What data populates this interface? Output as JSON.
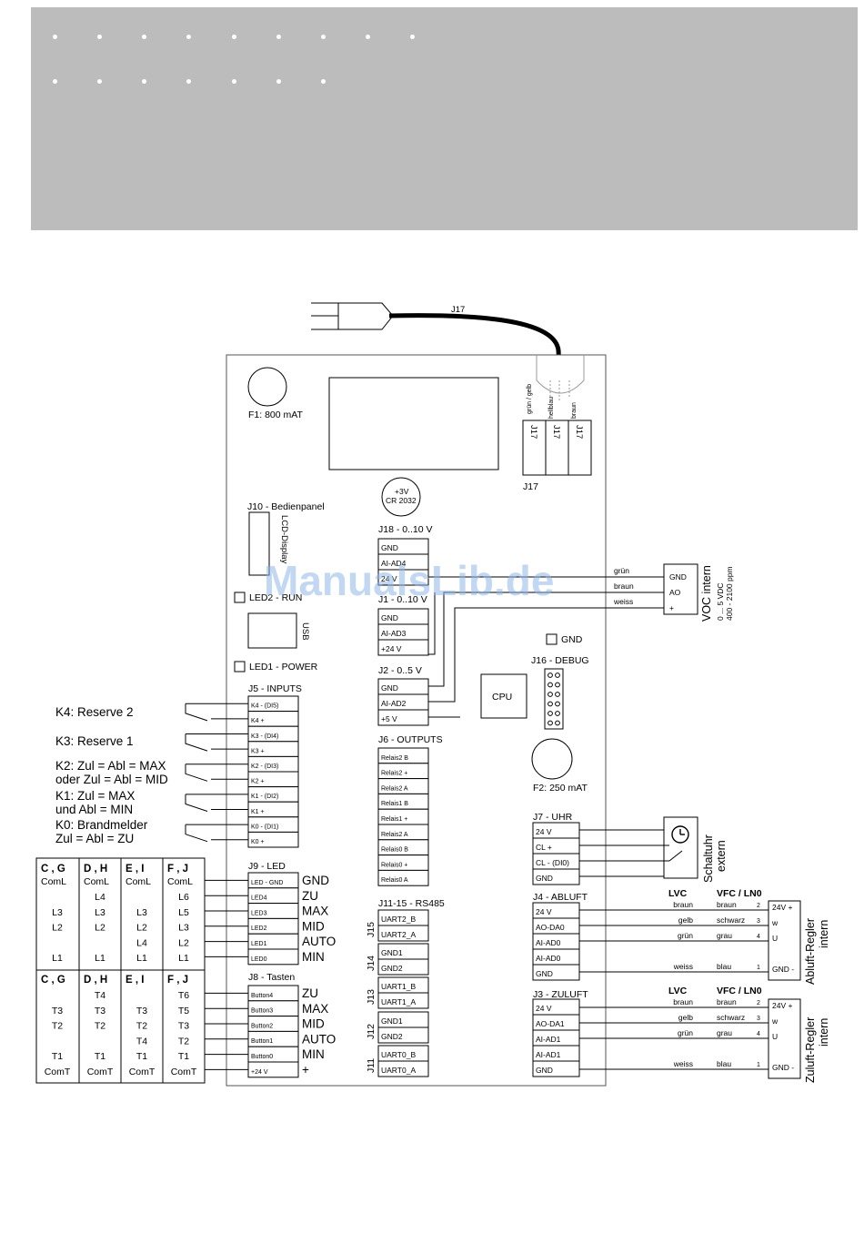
{
  "watermark": "ManualsLib.de",
  "cable": {
    "label": "J17"
  },
  "board": {
    "fuse1": "F1: 800 mAT",
    "fuse2": "F2: 250 mAT",
    "j17_colors": [
      "grün / gelb",
      "hellblau",
      "braun"
    ],
    "j17_pins": [
      "J17",
      "J17",
      "J17"
    ],
    "j17_label": "J17",
    "battery": [
      "+3V",
      "CR 2032"
    ],
    "j10_title": "J10 - Bedienpanel",
    "lcd": "LCD-Display",
    "led2": "LED2 - RUN",
    "usb": "USB",
    "led1": "LED1 - POWER",
    "cpu": "CPU",
    "gnd_mark": "GND",
    "debug": "J16 - DEBUG",
    "j18": {
      "title": "J18 - 0..10 V",
      "pins": [
        "GND",
        "AI-AD4",
        "24 V"
      ]
    },
    "j1": {
      "title": "J1 - 0..10 V",
      "pins": [
        "GND",
        "AI-AD3",
        "+24 V"
      ]
    },
    "j2": {
      "title": "J2 - 0..5 V",
      "pins": [
        "GND",
        "AI-AD2",
        "+5 V"
      ]
    },
    "j6": {
      "title": "J6 - OUTPUTS",
      "pins": [
        "Relais2 B",
        "Relais2 +",
        "Relais2 A",
        "Relais1 B",
        "Relais1 +",
        "Relais2 A",
        "Relais0 B",
        "Relais0 +",
        "Relais0 A"
      ]
    },
    "rs485": {
      "title": "J11-15 - RS485",
      "groups": [
        {
          "name": "J15",
          "pins": [
            "UART2_B",
            "UART2_A"
          ]
        },
        {
          "name": "J14",
          "pins": [
            "GND1",
            "GND2"
          ]
        },
        {
          "name": "J13",
          "pins": [
            "UART1_B",
            "UART1_A"
          ]
        },
        {
          "name": "J12",
          "pins": [
            "GND1",
            "GND2"
          ]
        },
        {
          "name": "J11",
          "pins": [
            "UART0_B",
            "UART0_A"
          ]
        }
      ]
    },
    "j5": {
      "title": "J5 - INPUTS",
      "pins": [
        "K4 - (DI5)",
        "K4 +",
        "K3 - (DI4)",
        "K3 +",
        "K2 - (DI3)",
        "K2 +",
        "K1 - (DI2)",
        "K1 +",
        "K0 - (DI1)",
        "K0 +"
      ]
    },
    "j9": {
      "title": "J9 - LED",
      "pins": [
        "LED - GND",
        "LED4",
        "LED3",
        "LED2",
        "LED1",
        "LED0"
      ],
      "labels": [
        "GND",
        "ZU",
        "MAX",
        "MID",
        "AUTO",
        "MIN"
      ]
    },
    "j8": {
      "title": "J8 - Tasten",
      "pins": [
        "Button4",
        "Button3",
        "Button2",
        "Button1",
        "Button0",
        "+24 V"
      ],
      "labels": [
        "ZU",
        "MAX",
        "MID",
        "AUTO",
        "MIN",
        "+"
      ]
    },
    "j7": {
      "title": "J7 - UHR",
      "pins": [
        "24 V",
        "CL +",
        "CL - (DI0)",
        "GND"
      ]
    },
    "j4": {
      "title": "J4 - ABLUFT",
      "pins": [
        "24 V",
        "AO-DA0",
        "AI-AD0",
        "AI-AD0",
        "GND"
      ]
    },
    "j3": {
      "title": "J3 - ZULUFT",
      "pins": [
        "24 V",
        "AO-DA1",
        "AI-AD1",
        "AI-AD1",
        "GND"
      ]
    }
  },
  "inputs": [
    [
      "K4: Reserve 2"
    ],
    [
      "K3: Reserve 1"
    ],
    [
      "K2: Zul = Abl = MAX",
      "oder Zul = Abl = MID"
    ],
    [
      "K1: Zul = MAX",
      "und Abl = MIN"
    ],
    [
      "K0: Brandmelder",
      "Zul = Abl = ZU"
    ]
  ],
  "led_table": {
    "headers": [
      "C , G",
      "D , H",
      "E , I",
      "F , J"
    ],
    "sub": [
      "ComL",
      "ComL",
      "ComL",
      "ComL"
    ],
    "rows": [
      [
        "",
        "L4",
        "",
        "L6"
      ],
      [
        "L3",
        "L3",
        "L3",
        "L5"
      ],
      [
        "L2",
        "L2",
        "L2",
        "L3"
      ],
      [
        "",
        "",
        "L4",
        "L2"
      ],
      [
        "L1",
        "L1",
        "L1",
        "L1"
      ]
    ]
  },
  "button_table": {
    "headers": [
      "C , G",
      "D , H",
      "E , I",
      "F , J"
    ],
    "rows": [
      [
        "",
        "T4",
        "",
        "T6"
      ],
      [
        "T3",
        "T3",
        "T3",
        "T5"
      ],
      [
        "T2",
        "T2",
        "T2",
        "T3"
      ],
      [
        "",
        "",
        "T4",
        "T2"
      ],
      [
        "T1",
        "T1",
        "T1",
        "T1"
      ],
      [
        "ComT",
        "ComT",
        "ComT",
        "ComT"
      ]
    ]
  },
  "voc": {
    "wires": [
      "grün",
      "braun",
      "weiss"
    ],
    "pins": [
      "GND",
      "AO",
      "+"
    ],
    "title": "VOC intern",
    "range1": "0 ... 5 VDC",
    "range2": "400 - 2100 ppm"
  },
  "clock": {
    "title1": "Schaltuhr",
    "title2": "extern"
  },
  "abluft": {
    "lvc": "LVC",
    "vfc": "VFC / LN0",
    "lvc_wires": [
      "braun",
      "gelb",
      "grün",
      "weiss"
    ],
    "vfc_wires": [
      "braun",
      "schwarz",
      "grau",
      "blau"
    ],
    "pin_nums": [
      "2",
      "3",
      "4",
      "1"
    ],
    "pins": [
      "24V +",
      "w",
      "U",
      "GND -"
    ],
    "title1": "Abluft-Regler",
    "title2": "intern"
  },
  "zuluft": {
    "lvc": "LVC",
    "vfc": "VFC / LN0",
    "lvc_wires": [
      "braun",
      "gelb",
      "grün",
      "weiss"
    ],
    "vfc_wires": [
      "braun",
      "schwarz",
      "grau",
      "blau"
    ],
    "pin_nums": [
      "2",
      "3",
      "4",
      "1"
    ],
    "pins": [
      "24V +",
      "w",
      "U",
      "GND -"
    ],
    "title1": "Zuluft-Regler",
    "title2": "intern"
  }
}
